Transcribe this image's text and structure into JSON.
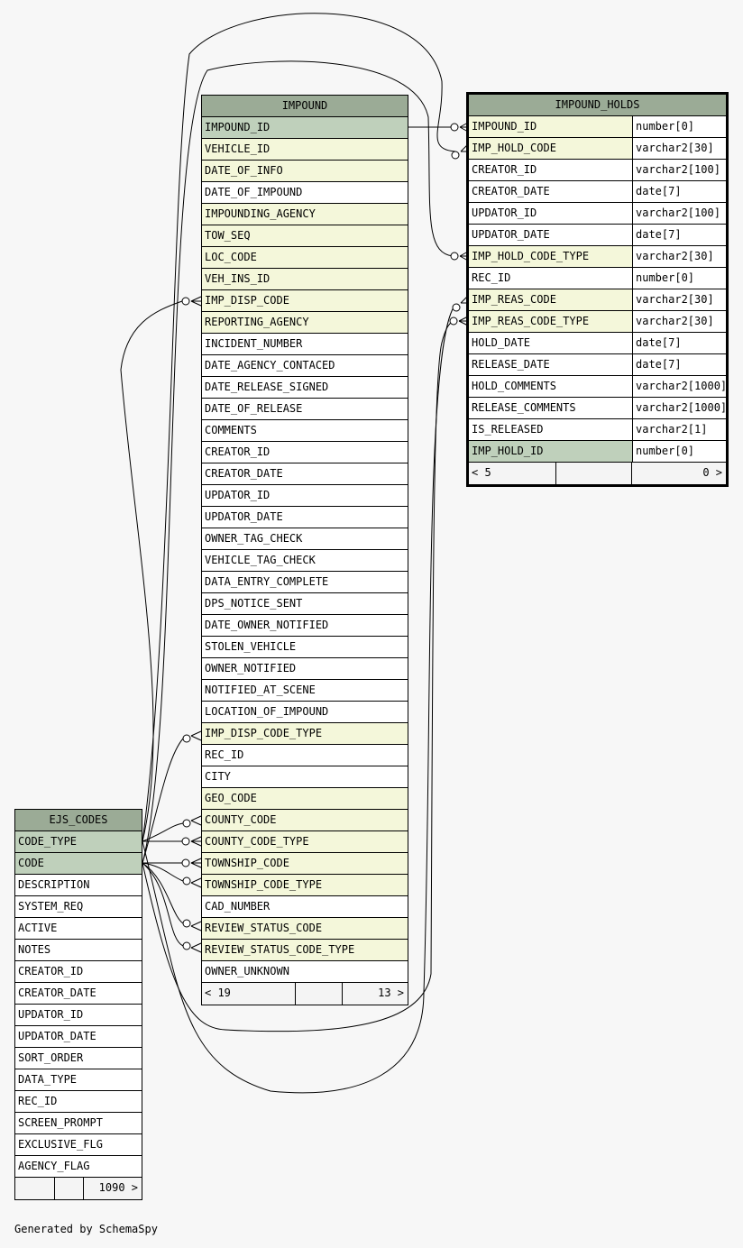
{
  "credit": "Generated by SchemaSpy",
  "tables": {
    "impound": {
      "name": "IMPOUND",
      "columns": [
        {
          "name": "IMPOUND_ID",
          "kind": "pk"
        },
        {
          "name": "VEHICLE_ID",
          "kind": "fk"
        },
        {
          "name": "DATE_OF_INFO",
          "kind": "fk"
        },
        {
          "name": "DATE_OF_IMPOUND",
          "kind": "plain"
        },
        {
          "name": "IMPOUNDING_AGENCY",
          "kind": "fk"
        },
        {
          "name": "TOW_SEQ",
          "kind": "fk"
        },
        {
          "name": "LOC_CODE",
          "kind": "fk"
        },
        {
          "name": "VEH_INS_ID",
          "kind": "fk"
        },
        {
          "name": "IMP_DISP_CODE",
          "kind": "fk"
        },
        {
          "name": "REPORTING_AGENCY",
          "kind": "fk"
        },
        {
          "name": "INCIDENT_NUMBER",
          "kind": "plain"
        },
        {
          "name": "DATE_AGENCY_CONTACED",
          "kind": "plain"
        },
        {
          "name": "DATE_RELEASE_SIGNED",
          "kind": "plain"
        },
        {
          "name": "DATE_OF_RELEASE",
          "kind": "plain"
        },
        {
          "name": "COMMENTS",
          "kind": "plain"
        },
        {
          "name": "CREATOR_ID",
          "kind": "plain"
        },
        {
          "name": "CREATOR_DATE",
          "kind": "plain"
        },
        {
          "name": "UPDATOR_ID",
          "kind": "plain"
        },
        {
          "name": "UPDATOR_DATE",
          "kind": "plain"
        },
        {
          "name": "OWNER_TAG_CHECK",
          "kind": "plain"
        },
        {
          "name": "VEHICLE_TAG_CHECK",
          "kind": "plain"
        },
        {
          "name": "DATA_ENTRY_COMPLETE",
          "kind": "plain"
        },
        {
          "name": "DPS_NOTICE_SENT",
          "kind": "plain"
        },
        {
          "name": "DATE_OWNER_NOTIFIED",
          "kind": "plain"
        },
        {
          "name": "STOLEN_VEHICLE",
          "kind": "plain"
        },
        {
          "name": "OWNER_NOTIFIED",
          "kind": "plain"
        },
        {
          "name": "NOTIFIED_AT_SCENE",
          "kind": "plain"
        },
        {
          "name": "LOCATION_OF_IMPOUND",
          "kind": "plain"
        },
        {
          "name": "IMP_DISP_CODE_TYPE",
          "kind": "fk"
        },
        {
          "name": "REC_ID",
          "kind": "plain"
        },
        {
          "name": "CITY",
          "kind": "plain"
        },
        {
          "name": "GEO_CODE",
          "kind": "fk"
        },
        {
          "name": "COUNTY_CODE",
          "kind": "fk"
        },
        {
          "name": "COUNTY_CODE_TYPE",
          "kind": "fk"
        },
        {
          "name": "TOWNSHIP_CODE",
          "kind": "fk"
        },
        {
          "name": "TOWNSHIP_CODE_TYPE",
          "kind": "fk"
        },
        {
          "name": "CAD_NUMBER",
          "kind": "plain"
        },
        {
          "name": "REVIEW_STATUS_CODE",
          "kind": "fk"
        },
        {
          "name": "REVIEW_STATUS_CODE_TYPE",
          "kind": "fk"
        },
        {
          "name": "OWNER_UNKNOWN",
          "kind": "plain"
        }
      ],
      "footer": [
        "< 19",
        "",
        "13 >"
      ]
    },
    "impound_holds": {
      "name": "IMPOUND_HOLDS",
      "columns": [
        {
          "name": "IMPOUND_ID",
          "type": "number[0]",
          "kind": "fk"
        },
        {
          "name": "IMP_HOLD_CODE",
          "type": "varchar2[30]",
          "kind": "fk"
        },
        {
          "name": "CREATOR_ID",
          "type": "varchar2[100]",
          "kind": "plain"
        },
        {
          "name": "CREATOR_DATE",
          "type": "date[7]",
          "kind": "plain"
        },
        {
          "name": "UPDATOR_ID",
          "type": "varchar2[100]",
          "kind": "plain"
        },
        {
          "name": "UPDATOR_DATE",
          "type": "date[7]",
          "kind": "plain"
        },
        {
          "name": "IMP_HOLD_CODE_TYPE",
          "type": "varchar2[30]",
          "kind": "fk"
        },
        {
          "name": "REC_ID",
          "type": "number[0]",
          "kind": "plain"
        },
        {
          "name": "IMP_REAS_CODE",
          "type": "varchar2[30]",
          "kind": "fk"
        },
        {
          "name": "IMP_REAS_CODE_TYPE",
          "type": "varchar2[30]",
          "kind": "fk"
        },
        {
          "name": "HOLD_DATE",
          "type": "date[7]",
          "kind": "plain"
        },
        {
          "name": "RELEASE_DATE",
          "type": "date[7]",
          "kind": "plain"
        },
        {
          "name": "HOLD_COMMENTS",
          "type": "varchar2[1000]",
          "kind": "plain"
        },
        {
          "name": "RELEASE_COMMENTS",
          "type": "varchar2[1000]",
          "kind": "plain"
        },
        {
          "name": "IS_RELEASED",
          "type": "varchar2[1]",
          "kind": "plain"
        },
        {
          "name": "IMP_HOLD_ID",
          "type": "number[0]",
          "kind": "pk"
        }
      ],
      "footer": [
        "< 5",
        "",
        "0 >"
      ]
    },
    "ejs_codes": {
      "name": "EJS_CODES",
      "columns": [
        {
          "name": "CODE_TYPE",
          "kind": "pk"
        },
        {
          "name": "CODE",
          "kind": "pk"
        },
        {
          "name": "DESCRIPTION",
          "kind": "plain"
        },
        {
          "name": "SYSTEM_REQ",
          "kind": "plain"
        },
        {
          "name": "ACTIVE",
          "kind": "plain"
        },
        {
          "name": "NOTES",
          "kind": "plain"
        },
        {
          "name": "CREATOR_ID",
          "kind": "plain"
        },
        {
          "name": "CREATOR_DATE",
          "kind": "plain"
        },
        {
          "name": "UPDATOR_ID",
          "kind": "plain"
        },
        {
          "name": "UPDATOR_DATE",
          "kind": "plain"
        },
        {
          "name": "SORT_ORDER",
          "kind": "plain"
        },
        {
          "name": "DATA_TYPE",
          "kind": "plain"
        },
        {
          "name": "REC_ID",
          "kind": "plain"
        },
        {
          "name": "SCREEN_PROMPT",
          "kind": "plain"
        },
        {
          "name": "EXCLUSIVE_FLG",
          "kind": "plain"
        },
        {
          "name": "AGENCY_FLAG",
          "kind": "plain"
        }
      ],
      "footer": [
        "",
        "",
        "1090 >"
      ]
    }
  }
}
